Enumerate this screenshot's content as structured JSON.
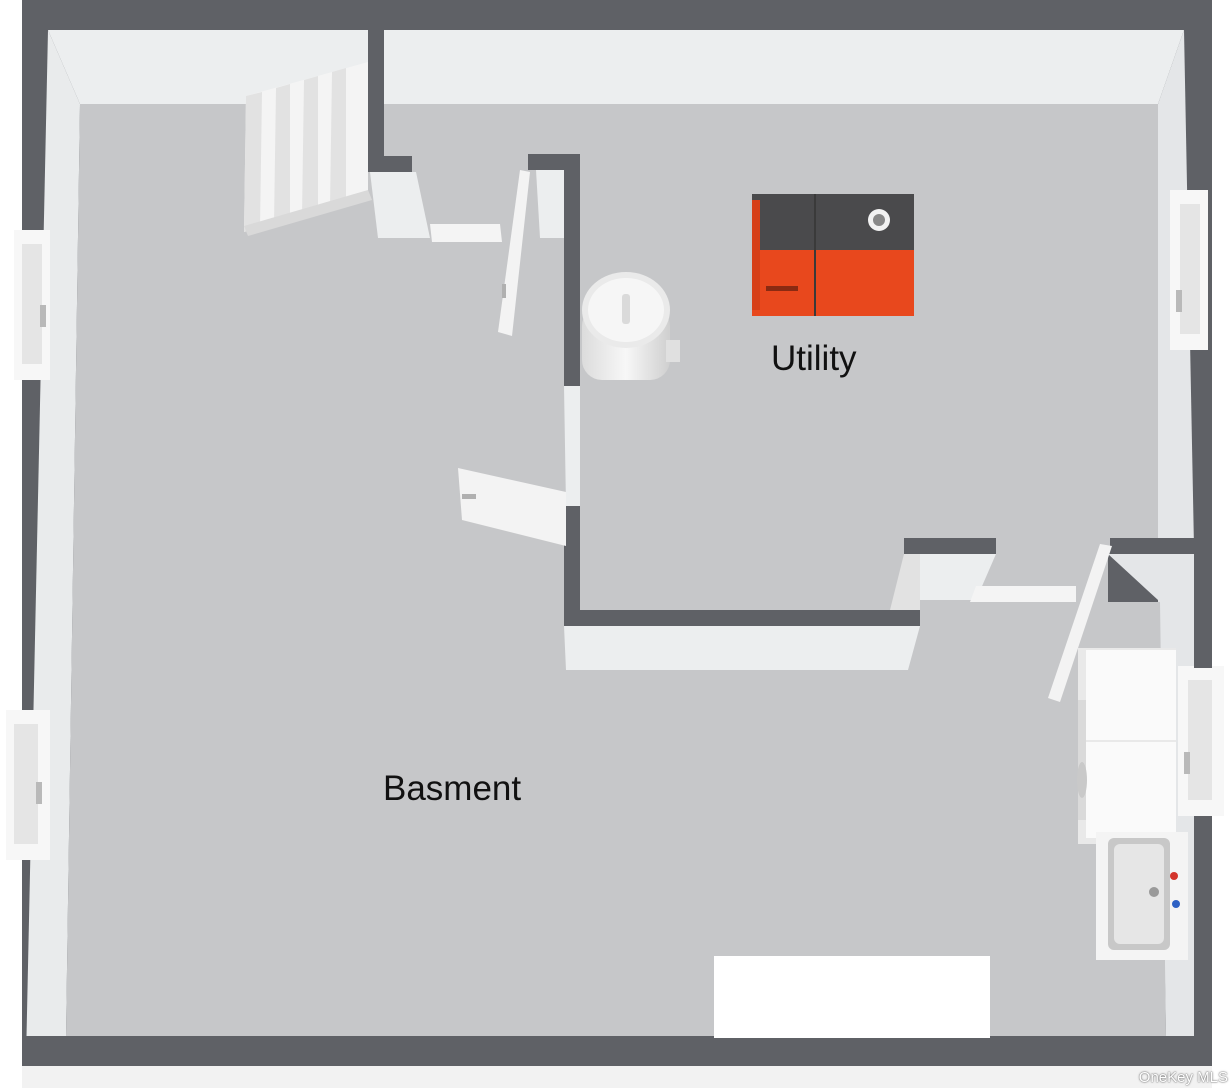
{
  "rooms": {
    "utility": "Utility",
    "basement": "Basment"
  },
  "watermark": "OneKey MLS",
  "colors": {
    "wall": "#5f6166",
    "floor": "#c6c7c9",
    "wall_face": "#eef0f1",
    "furnace": "#e8481d",
    "furnace_top": "#4a4a4c"
  }
}
